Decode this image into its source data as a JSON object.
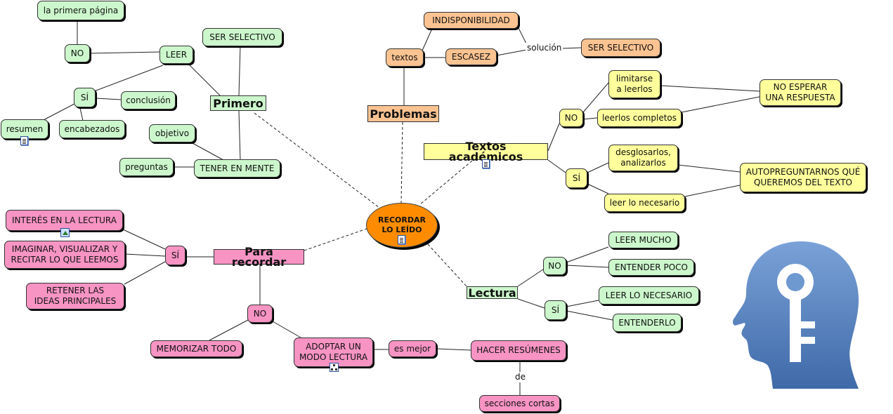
{
  "center": "RECORDAR\nLO LEÍDO",
  "nodes": {
    "primera_pagina": "la primera página",
    "no_leer": "NO",
    "leer": "LEER",
    "ser_selectivo_1": "SER SELECTIVO",
    "si_primero": "SÍ",
    "conclusion": "conclusión",
    "resumen": "resumen",
    "encabezados": "encabezados",
    "primero": "Primero",
    "objetivo": "objetivo",
    "preguntas": "preguntas",
    "tener_en_mente": "TENER EN MENTE",
    "indisponibilidad": "INDISPONIBILIDAD",
    "textos": "textos",
    "escasez": "ESCASEZ",
    "ser_selectivo_2": "SER SELECTIVO",
    "problemas": "Problemas",
    "limitarse": "limitarse\na leerlos",
    "no_esperar": "NO ESPERAR\nUNA RESPUESTA",
    "no_textos": "NO",
    "leerlos_completos": "leerlos completos",
    "textos_academicos": "Textos académicos",
    "desglosarlos": "desglosarlos,\nanalizarlos",
    "autopreguntarnos": "AUTOPREGUNTARNOS QUÉ\nQUEREMOS DEL TEXTO",
    "si_textos": "SÍ",
    "leer_lo_necesario_1": "leer lo necesario",
    "interes": "INTERÉS EN LA LECTURA",
    "imaginar": "IMAGINAR, VISUALIZAR Y\nRECITAR LO QUE LEEMOS",
    "si_recordar": "SÍ",
    "para_recordar": "Para recordar",
    "retener": "RETENER LAS\nIDEAS PRINCIPALES",
    "no_recordar": "NO",
    "memorizar": "MEMORIZAR TODO",
    "adoptar": "ADOPTAR UN\nMODO LECTURA",
    "es_mejor": "es mejor",
    "hacer_resumenes": "HACER RESÚMENES",
    "secciones_cortas": "secciones cortas",
    "leer_mucho": "LEER MUCHO",
    "no_lectura": "NO",
    "entender_poco": "ENTENDER POCO",
    "lectura": "Lectura",
    "leer_lo_necesario_2": "LEER LO NECESARIO",
    "si_lectura": "SÍ",
    "entenderlo": "ENTENDERLO"
  },
  "labels": {
    "solucion": "solución",
    "de": "de"
  },
  "icons": {
    "head": "head-with-key-icon",
    "document": "document-icon",
    "image": "image-icon",
    "concept_map": "concept-map-icon"
  },
  "colors": {
    "green": "#ccf7cc",
    "pink": "#f794c4",
    "orange": "#fbc391",
    "yellow": "#ffff9c",
    "center": "#ff8c00",
    "head_blue": "#5c86c4"
  }
}
